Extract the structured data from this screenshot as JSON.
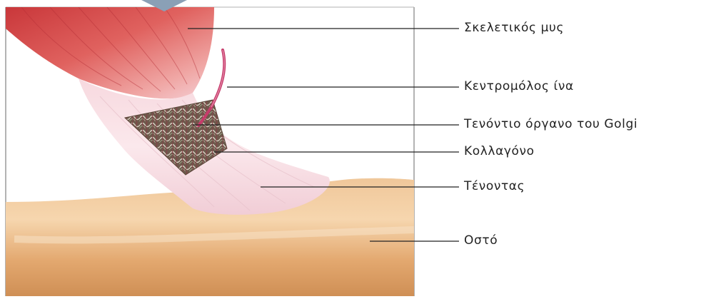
{
  "diagram": {
    "labels": [
      {
        "id": "skeletal-muscle",
        "text": "Σκελετικός μυς"
      },
      {
        "id": "afferent-fiber",
        "text": "Κεντρομόλος ίνα"
      },
      {
        "id": "golgi-tendon-organ",
        "text": "Τενόντιο όργανο του Golgi"
      },
      {
        "id": "collagen",
        "text": "Κολλαγόνο"
      },
      {
        "id": "tendon",
        "text": "Τένοντας"
      },
      {
        "id": "bone",
        "text": "Οστό"
      }
    ]
  },
  "colors": {
    "muscle": "#d9534f",
    "tendon": "#f3dde3",
    "bone": "#e8b27a",
    "nerve": "#c63c6b",
    "arrow": "#7f96ad",
    "frame": "#9a9a9a"
  }
}
